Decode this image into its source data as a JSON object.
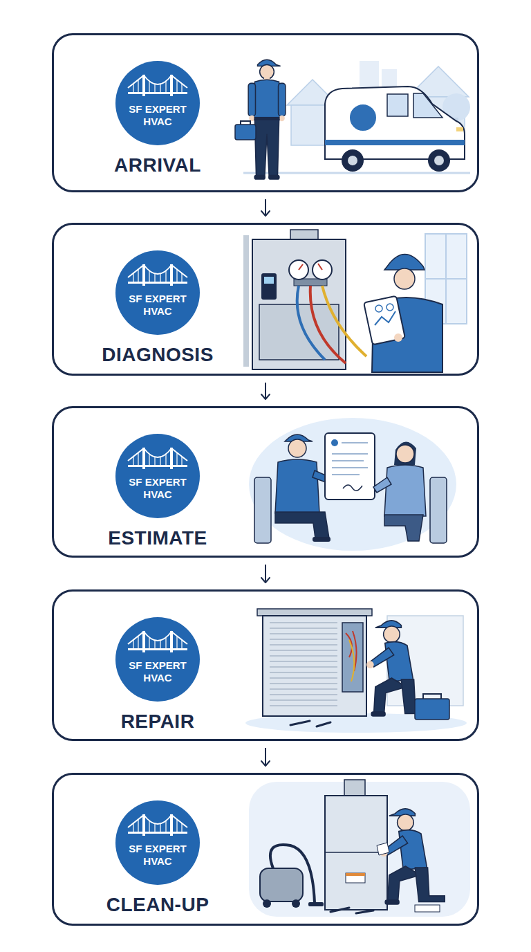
{
  "diagram": {
    "nodes": [
      {
        "text": [
          "ARRIVAL"
        ]
      },
      {
        "text": [
          "SF EXPERT HVAC"
        ],
        "in": 0
      },
      {
        "text": [
          "DIAGNOSIS"
        ]
      },
      {
        "text": [
          "SF EXPERT HVAC"
        ],
        "in": 2
      },
      {
        "text": [
          "ESTIMATE"
        ]
      },
      {
        "text": [
          "SF EXPERT HVAC"
        ],
        "in": 4
      },
      {
        "text": [
          "REPAIR"
        ]
      },
      {
        "text": [
          "SF EXPERT HVAC"
        ],
        "in": 6
      },
      {
        "text": [
          "CLEAN-UP"
        ]
      },
      {
        "text": [
          "SF EXPERT HVAC"
        ],
        "in": 8
      }
    ],
    "edges": [
      {
        "from": 0,
        "to": 2,
        "arrow": "to"
      },
      {
        "from": 2,
        "to": 4,
        "arrow": "to"
      },
      {
        "from": 4,
        "to": 6,
        "arrow": "to"
      },
      {
        "from": 6,
        "to": 8,
        "arrow": "to"
      }
    ]
  }
}
